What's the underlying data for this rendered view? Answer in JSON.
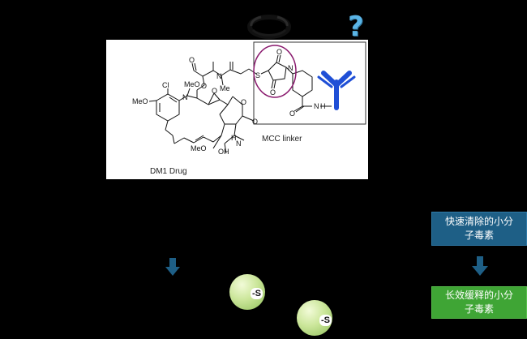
{
  "structure": {
    "atoms": {
      "cl": "Cl",
      "meo_top": "MeO",
      "n_amide": "N",
      "meo_left": "MeO",
      "o_ester": "O",
      "o_ketone": "O",
      "n_me": "N",
      "me": "Me",
      "o_epox": "O",
      "o_ring": "O",
      "o_carb": "O",
      "nh": "H",
      "n_carb": "N",
      "meo_bottom": "MeO",
      "oh": "OH",
      "s": "S",
      "mal_o_top": "O",
      "mal_n": "N",
      "mal_o_bot": "O",
      "amide_n": "N",
      "amide_h": "H",
      "amide_o": "O"
    },
    "drug_label": "DM1 Drug",
    "linker_label": "MCC linker"
  },
  "right_boxes": {
    "fast": {
      "line1": "快速清除的小分",
      "line2": "子毒素"
    },
    "long": {
      "line1": "长效缓释的小分",
      "line2": "子毒素"
    }
  },
  "spheres": {
    "tag1": "-S",
    "tag2": "-S"
  },
  "question_mark": "?",
  "colors": {
    "background": "#000000",
    "antibody": "#1f4fd6",
    "maleimide_circle": "#8a1a6e",
    "box_fast": "#1e5f86",
    "box_long": "#3fa535",
    "arrow": "#1e5f86",
    "sphere": "#cbe69a",
    "question": "#5ab4e6"
  }
}
